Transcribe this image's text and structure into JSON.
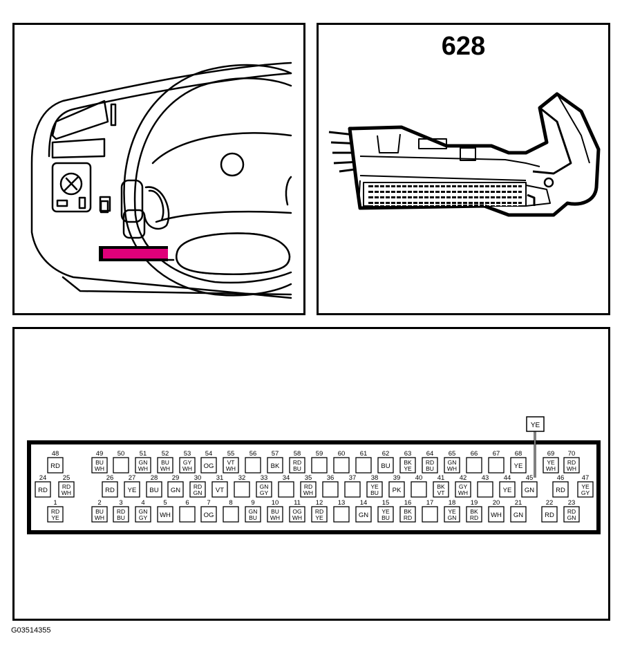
{
  "part_number": "628",
  "image_id": "G03514355",
  "colors": {
    "highlight": "#e0007a",
    "line": "#000000"
  },
  "icons": {
    "dashboard": "dashboard-steering-wheel-illustration",
    "connector": "control-module-connector-illustration"
  },
  "branch": {
    "label": "YE",
    "pin": "45"
  },
  "rows": [
    {
      "name": "top",
      "pins": [
        {
          "n": "48",
          "w": [
            "RD"
          ]
        },
        {
          "n": "49",
          "w": [
            "BU",
            "WH"
          ]
        },
        {
          "n": "50",
          "w": []
        },
        {
          "n": "51",
          "w": [
            "GN",
            "WH"
          ]
        },
        {
          "n": "52",
          "w": [
            "BU",
            "WH"
          ]
        },
        {
          "n": "53",
          "w": [
            "GY",
            "WH"
          ]
        },
        {
          "n": "54",
          "w": [
            "OG"
          ]
        },
        {
          "n": "55",
          "w": [
            "VT",
            "WH"
          ]
        },
        {
          "n": "56",
          "w": []
        },
        {
          "n": "57",
          "w": [
            "BK"
          ]
        },
        {
          "n": "58",
          "w": [
            "RD",
            "BU"
          ]
        },
        {
          "n": "59",
          "w": []
        },
        {
          "n": "60",
          "w": []
        },
        {
          "n": "61",
          "w": []
        },
        {
          "n": "62",
          "w": [
            "BU"
          ]
        },
        {
          "n": "63",
          "w": [
            "BK",
            "YE"
          ]
        },
        {
          "n": "64",
          "w": [
            "RD",
            "BU"
          ]
        },
        {
          "n": "65",
          "w": [
            "GN",
            "WH"
          ]
        },
        {
          "n": "66",
          "w": []
        },
        {
          "n": "67",
          "w": []
        },
        {
          "n": "68",
          "w": [
            "YE"
          ]
        },
        {
          "n": "69",
          "w": [
            "YE",
            "WH"
          ]
        },
        {
          "n": "70",
          "w": [
            "RD",
            "WH"
          ]
        }
      ]
    },
    {
      "name": "middle",
      "pins": [
        {
          "n": "24",
          "w": [
            "RD"
          ]
        },
        {
          "n": "25",
          "w": [
            "RD",
            "WH"
          ]
        },
        {
          "n": "26",
          "w": [
            "RD"
          ]
        },
        {
          "n": "27",
          "w": [
            "YE"
          ]
        },
        {
          "n": "28",
          "w": [
            "BU"
          ]
        },
        {
          "n": "29",
          "w": [
            "GN"
          ]
        },
        {
          "n": "30",
          "w": [
            "RD",
            "GN"
          ]
        },
        {
          "n": "31",
          "w": [
            "VT"
          ]
        },
        {
          "n": "32",
          "w": []
        },
        {
          "n": "33",
          "w": [
            "GN",
            "GY"
          ]
        },
        {
          "n": "34",
          "w": []
        },
        {
          "n": "35",
          "w": [
            "RD",
            "WH"
          ]
        },
        {
          "n": "36",
          "w": []
        },
        {
          "n": "37",
          "w": []
        },
        {
          "n": "38",
          "w": [
            "YE",
            "BU"
          ]
        },
        {
          "n": "39",
          "w": [
            "PK"
          ]
        },
        {
          "n": "40",
          "w": []
        },
        {
          "n": "41",
          "w": [
            "BK",
            "VT"
          ]
        },
        {
          "n": "42",
          "w": [
            "GY",
            "WH"
          ]
        },
        {
          "n": "43",
          "w": []
        },
        {
          "n": "44",
          "w": [
            "YE"
          ]
        },
        {
          "n": "45",
          "w": [
            "GN"
          ]
        },
        {
          "n": "46",
          "w": [
            "RD"
          ]
        },
        {
          "n": "47",
          "w": [
            "YE",
            "GY"
          ]
        }
      ]
    },
    {
      "name": "bottom",
      "pins": [
        {
          "n": "1",
          "w": [
            "RD",
            "YE"
          ]
        },
        {
          "n": "2",
          "w": [
            "BU",
            "WH"
          ]
        },
        {
          "n": "3",
          "w": [
            "RD",
            "BU"
          ]
        },
        {
          "n": "4",
          "w": [
            "GN",
            "GY"
          ]
        },
        {
          "n": "5",
          "w": [
            "WH"
          ]
        },
        {
          "n": "6",
          "w": []
        },
        {
          "n": "7",
          "w": [
            "OG"
          ]
        },
        {
          "n": "8",
          "w": []
        },
        {
          "n": "9",
          "w": [
            "GN",
            "BU"
          ]
        },
        {
          "n": "10",
          "w": [
            "BU",
            "WH"
          ]
        },
        {
          "n": "11",
          "w": [
            "OG",
            "WH"
          ]
        },
        {
          "n": "12",
          "w": [
            "RD",
            "YE"
          ]
        },
        {
          "n": "13",
          "w": []
        },
        {
          "n": "14",
          "w": [
            "GN"
          ]
        },
        {
          "n": "15",
          "w": [
            "YE",
            "BU"
          ]
        },
        {
          "n": "16",
          "w": [
            "BK",
            "RD"
          ]
        },
        {
          "n": "17",
          "w": []
        },
        {
          "n": "18",
          "w": [
            "YE",
            "GN"
          ]
        },
        {
          "n": "19",
          "w": [
            "BK",
            "RD"
          ]
        },
        {
          "n": "20",
          "w": [
            "WH"
          ]
        },
        {
          "n": "21",
          "w": [
            "GN"
          ]
        },
        {
          "n": "22",
          "w": [
            "RD"
          ]
        },
        {
          "n": "23",
          "w": [
            "RD",
            "GN"
          ]
        }
      ]
    }
  ]
}
